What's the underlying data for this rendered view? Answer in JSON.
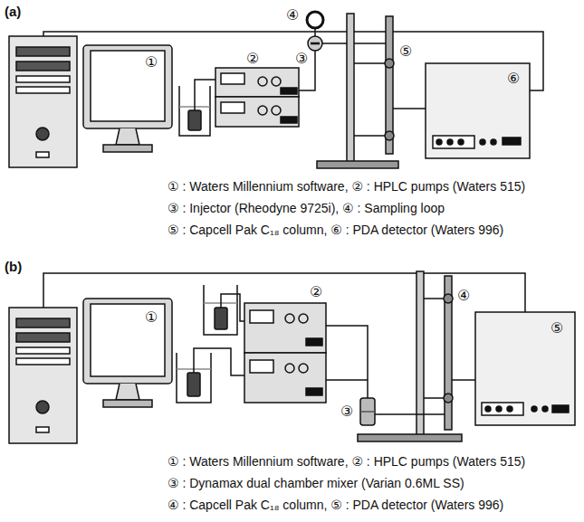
{
  "diagram": {
    "labels": [
      "(a)",
      "①",
      "②",
      "③",
      "④",
      "⑤",
      "⑥",
      "① : Waters Millennium software, ② : HPLC pumps (Waters 515)",
      "③ : Injector (Rheodyne 9725i), ④ : Sampling loop",
      "⑤ : Capcell Pak C₁₈ column, ⑥ : PDA detector (Waters 996)",
      "(b)",
      "①",
      "②",
      "③",
      "④",
      "⑤",
      "① : Waters Millennium software, ② : HPLC pumps (Waters 515)",
      "③ : Dynamax dual chamber mixer (Varian 0.6ML SS)",
      "④ : Capcell Pak C₁₈ column, ⑤ : PDA detector (Waters 996)"
    ]
  }
}
